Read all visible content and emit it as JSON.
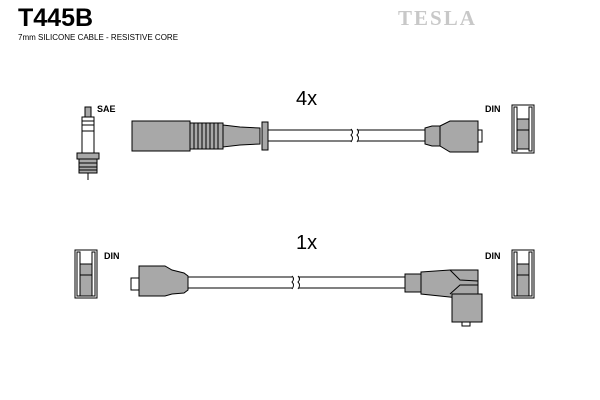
{
  "header": {
    "part_number": "T445B",
    "description": "7mm SILICONE CABLE - RESISTIVE CORE",
    "brand": "TESLA"
  },
  "colors": {
    "part_fill": "#a8a8a8",
    "outline": "#000000",
    "brand_gray": "#c8c8c8"
  },
  "cables": [
    {
      "quantity_label": "4x",
      "left_end": {
        "type": "spark-plug",
        "label": "SAE"
      },
      "right_end": {
        "type": "din-terminal",
        "label": "DIN"
      }
    },
    {
      "quantity_label": "1x",
      "left_end": {
        "type": "din-terminal",
        "label": "DIN"
      },
      "right_end": {
        "type": "din-terminal",
        "label": "DIN"
      }
    }
  ]
}
